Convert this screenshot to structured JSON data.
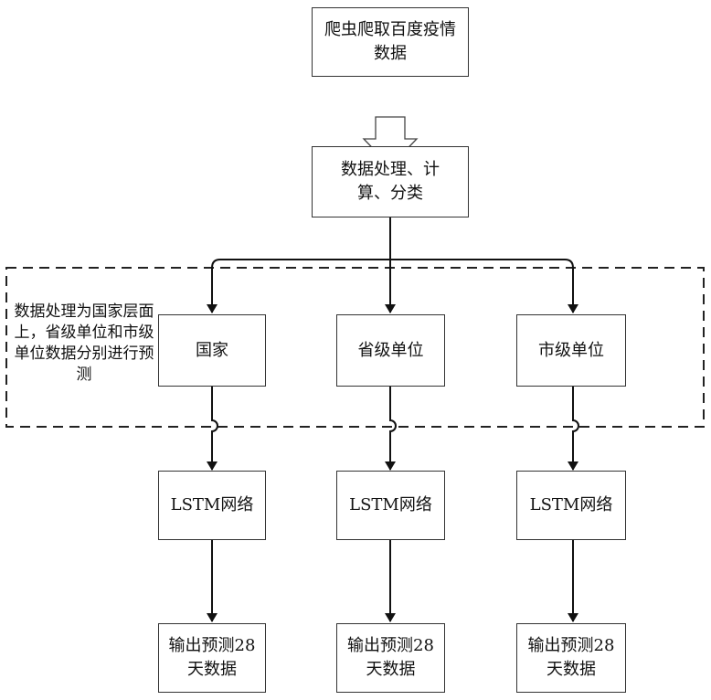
{
  "nodes": {
    "crawl": "爬虫爬取百度疫情数据",
    "process": "数据处理、计算、分类",
    "country": "国家",
    "province": "省级单位",
    "city": "市级单位",
    "lstm": "LSTM网络",
    "output": "输出预测28天数据"
  },
  "group_note": "数据处理为国家层面上，省级单位和市级单位数据分别进行预测",
  "colors": {
    "stroke": "#333333",
    "text": "#111111",
    "background": "#ffffff"
  }
}
